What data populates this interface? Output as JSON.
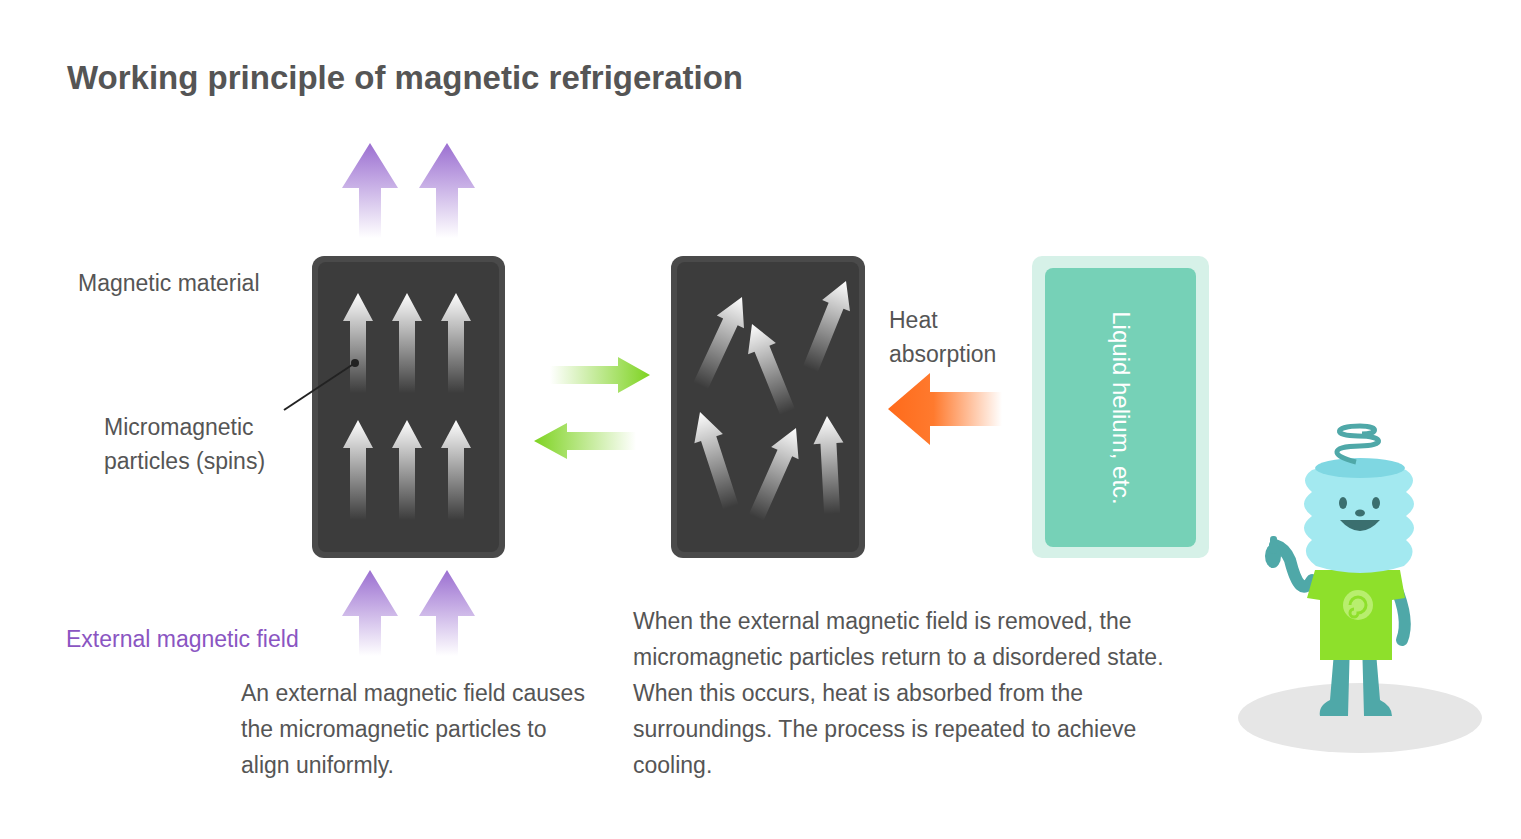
{
  "diagram": {
    "title": "Working principle of magnetic refrigeration",
    "nodes": [
      {
        "text": [
          "Liquid helium, etc."
        ]
      }
    ],
    "labels": [
      "Magnetic material",
      "Micromagnetic particles (spins)",
      "External magnetic field",
      "Heat absorption",
      "An external magnetic field causes the micromagnetic particles to align uniformly.",
      "When the external magnetic field is removed, the micromagnetic particles return to a disordered state. When this occurs, heat is absorbed from the surroundings. The process is repeated to achieve cooling."
    ]
  }
}
